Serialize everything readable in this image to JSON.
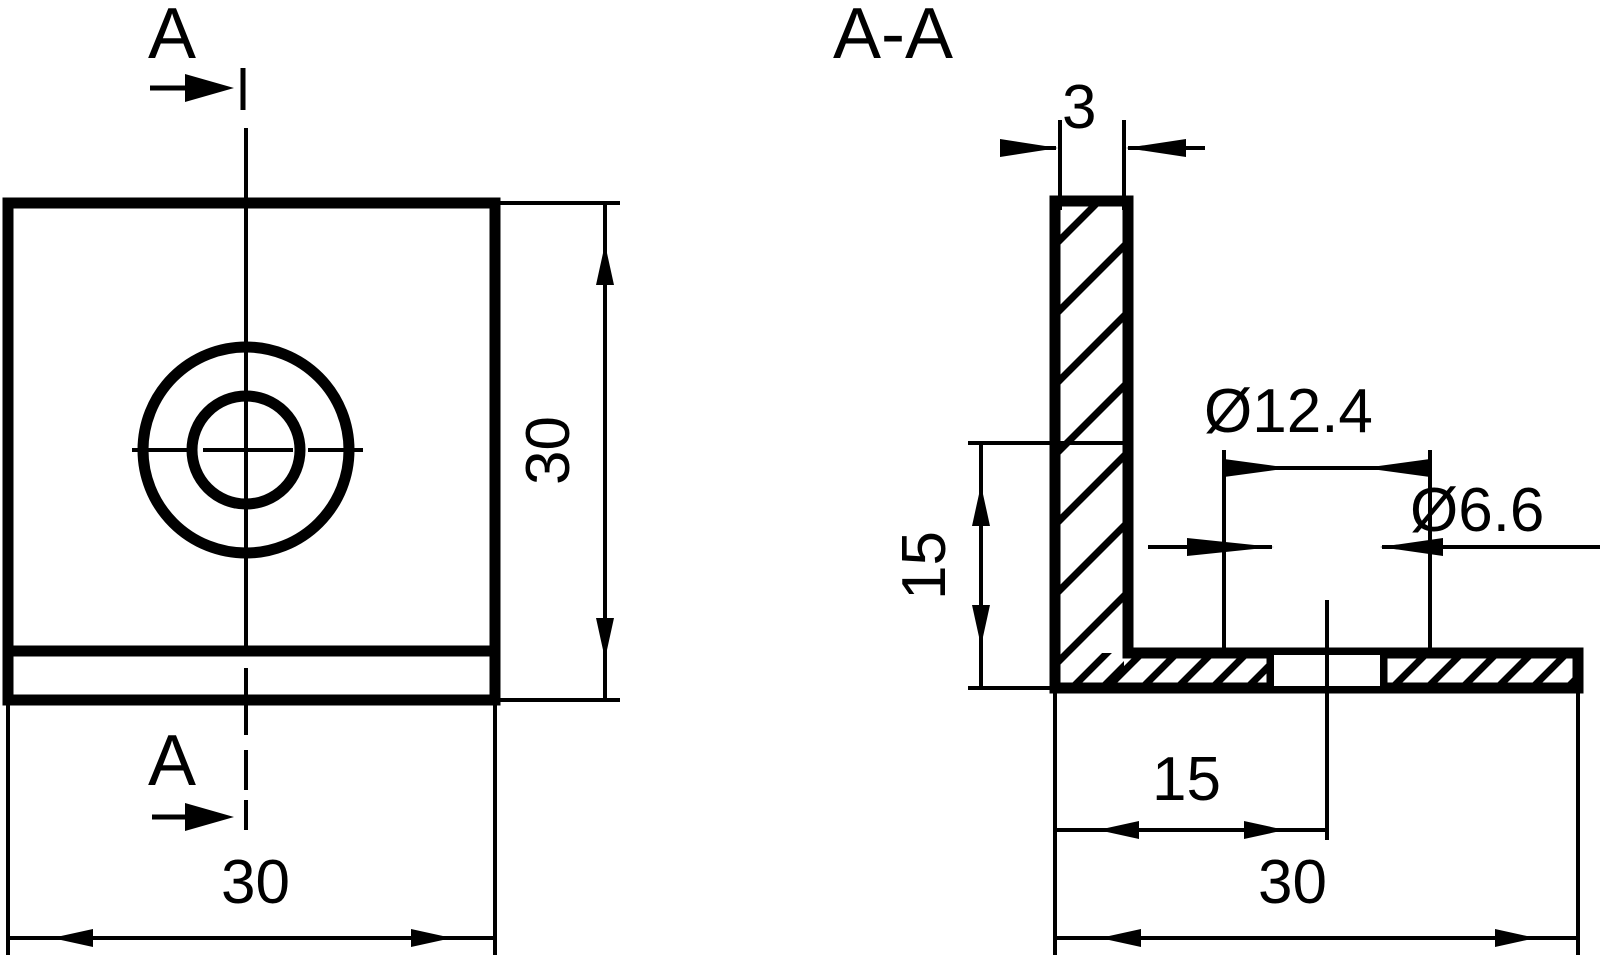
{
  "drawing": {
    "title": "Angle bracket technical drawing",
    "background_color": "#ffffff",
    "line_color": "#000000",
    "views": {
      "front": {
        "name": "front-view",
        "section_marker_top_label": "A",
        "section_marker_bottom_label": "A",
        "dimensions": {
          "height_label": "30",
          "width_label": "30"
        }
      },
      "section": {
        "name": "section-view",
        "title_label": "A-A",
        "dimensions": {
          "thickness_label": "3",
          "vertical_leg_label": "15",
          "hole_center_label": "15",
          "overall_width_label": "30",
          "counterbore_diameter_label": "Ø12.4",
          "through_hole_diameter_label": "Ø6.6"
        }
      }
    }
  }
}
